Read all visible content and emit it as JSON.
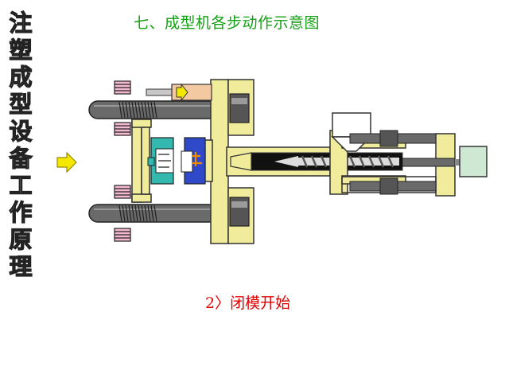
{
  "side_title": [
    "注",
    "塑",
    "成",
    "型",
    "设",
    "备",
    "工",
    "作",
    "原",
    "理"
  ],
  "heading": "七、成型机各步动作示意图",
  "caption": "2〉闭模开始",
  "colors": {
    "heading": "#14a014",
    "caption": "#e00000",
    "frame": "#f0ec9c",
    "frame_stroke": "#333333",
    "tie_bar": "#6a6a6a",
    "nut": "#f4b8d0",
    "mold_moving": "#33b8b0",
    "mold_fixed": "#2f49c8",
    "orange": "#f08a00",
    "motor": "#cfe8d4",
    "hydraulic": "#f2c9a0",
    "arrow": "#f5e800"
  },
  "icons": [
    "direction-arrow-icon",
    "hydraulic-arrow-icon"
  ]
}
